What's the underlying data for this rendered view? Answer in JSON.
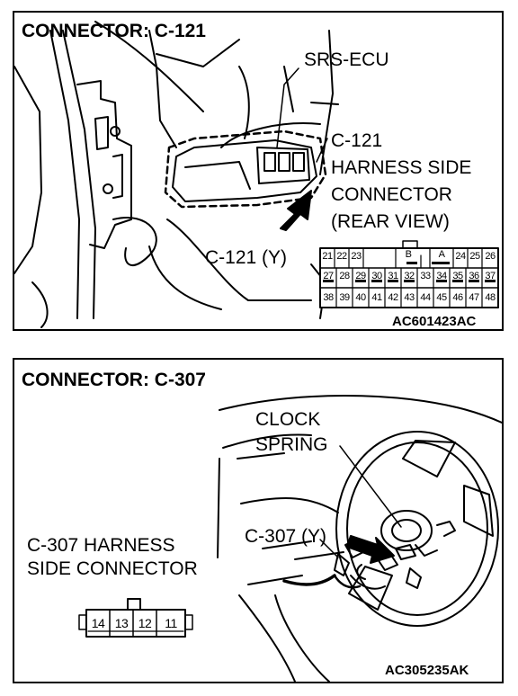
{
  "top": {
    "heading": "CONNECTOR: C-121",
    "srs_ecu": "SRS-ECU",
    "harness_lines": [
      "C-121",
      "HARNESS SIDE",
      "CONNECTOR",
      "(REAR VIEW)"
    ],
    "connector_label": "C-121 (Y)",
    "figure_code": "AC601423AC",
    "pins_row1": [
      "21",
      "22",
      "23",
      "B",
      "A",
      "24",
      "25",
      "26"
    ],
    "pins_row2": [
      "27",
      "28",
      "29",
      "30",
      "31",
      "32",
      "33",
      "34",
      "35",
      "36",
      "37"
    ],
    "pins_row3": [
      "38",
      "39",
      "40",
      "41",
      "42",
      "43",
      "44",
      "45",
      "46",
      "47",
      "48"
    ]
  },
  "bottom": {
    "heading": "CONNECTOR: C-307",
    "clock_spring": [
      "CLOCK",
      "SPRING"
    ],
    "connector_label": "C-307 (Y)",
    "harness_lines": [
      "C-307 HARNESS",
      "SIDE CONNECTOR"
    ],
    "pins": [
      "14",
      "13",
      "12",
      "11"
    ],
    "figure_code": "AC305235AK"
  }
}
